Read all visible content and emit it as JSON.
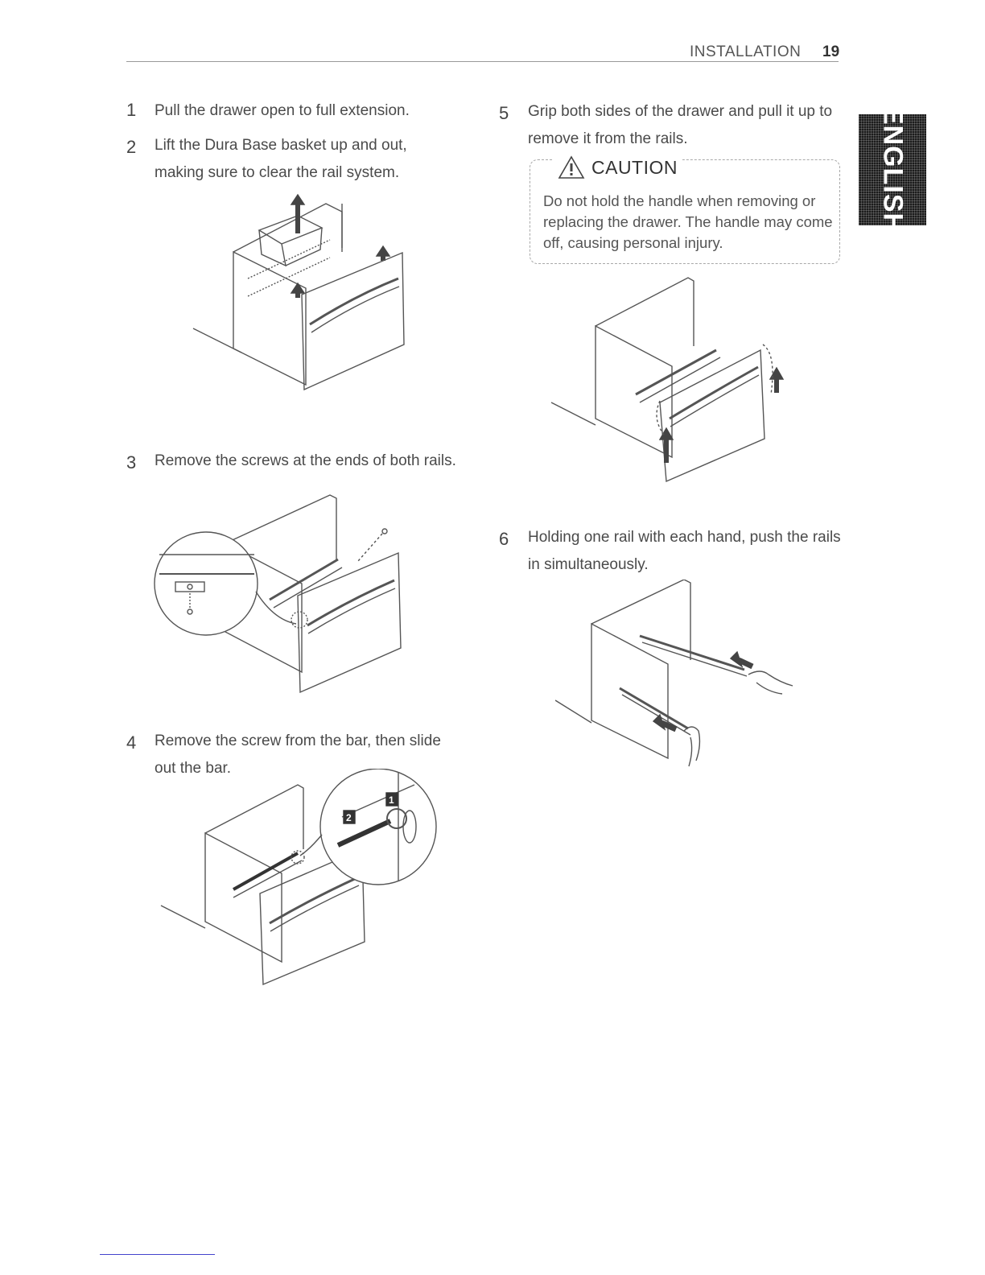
{
  "header": {
    "section": "INSTALLATION",
    "page_number": "19"
  },
  "language_tab": "ENGLISH",
  "steps": [
    {
      "number": "1",
      "text": "Pull the drawer open to full extension."
    },
    {
      "number": "2",
      "text": "Lift the Dura Base basket up and out, making sure to clear the rail system."
    },
    {
      "number": "3",
      "text": "Remove the screws at the ends of both rails."
    },
    {
      "number": "4",
      "text": "Remove the screw from the bar, then slide out the bar."
    },
    {
      "number": "5",
      "text": "Grip both sides of the drawer and pull it up to remove it from the rails."
    },
    {
      "number": "6",
      "text": "Holding one rail with each hand, push the rails in simultaneously."
    }
  ],
  "caution": {
    "title": "CAUTION",
    "text": "Do not hold the handle when removing or replacing the drawer. The handle may come off, causing personal injury."
  },
  "figure_labels": {
    "step4_marker_1": "1",
    "step4_marker_2": "2"
  }
}
